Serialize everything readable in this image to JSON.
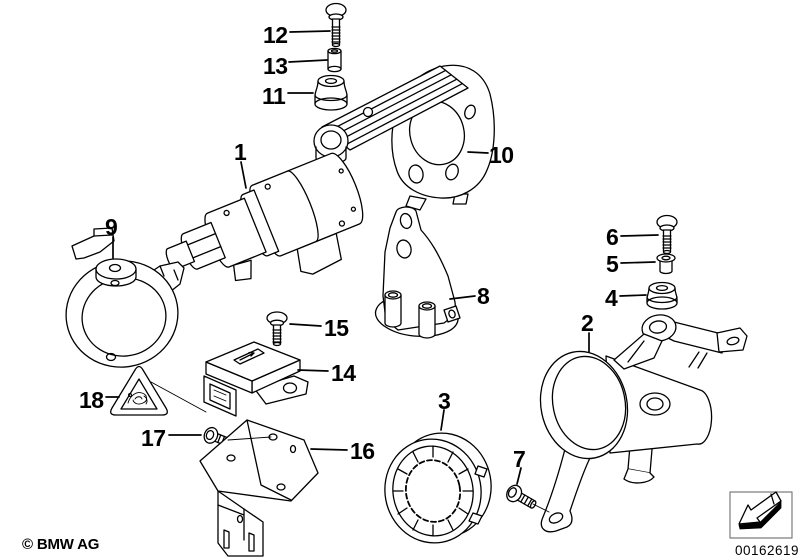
{
  "diagram": {
    "callouts": [
      {
        "label": "1"
      },
      {
        "label": "2"
      },
      {
        "label": "3"
      },
      {
        "label": "4"
      },
      {
        "label": "5"
      },
      {
        "label": "6"
      },
      {
        "label": "7"
      },
      {
        "label": "8"
      },
      {
        "label": "9"
      },
      {
        "label": "10"
      },
      {
        "label": "11"
      },
      {
        "label": "12"
      },
      {
        "label": "13"
      },
      {
        "label": "14"
      },
      {
        "label": "15"
      },
      {
        "label": "16"
      },
      {
        "label": "17"
      },
      {
        "label": "18"
      }
    ]
  },
  "footer": {
    "copyright": "© BMW AG",
    "image_number": "00162619",
    "stamp_icon": "drive-direction-arrow"
  },
  "colors": {
    "line": "#000000",
    "background": "#ffffff"
  }
}
